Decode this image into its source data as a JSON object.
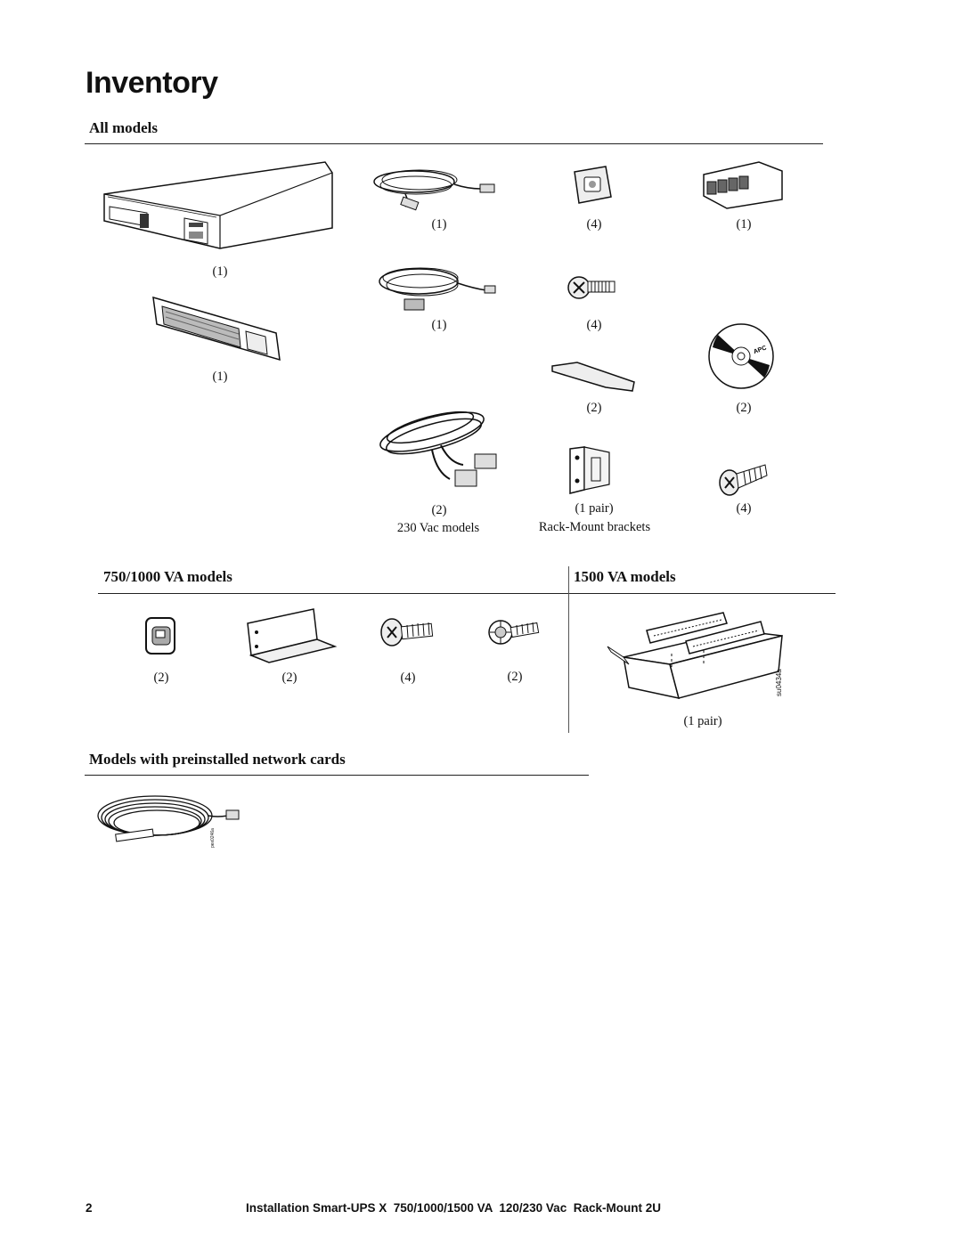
{
  "page_title": "Inventory",
  "sections": {
    "all_models": "All models",
    "va_750_1000": "750/1000 VA models",
    "va_1500": "1500 VA models",
    "network_cards": "Models with preinstalled network cards"
  },
  "all_models_items": {
    "ups_unit_qty": "(1)",
    "front_bezel_qty": "(1)",
    "usb_cable_qty": "(1)",
    "serial_cable_qty": "(1)",
    "power_cord_qty": "(2)",
    "power_cord_caption": "230 Vac models",
    "cage_nut_qty": "(4)",
    "screw_qty": "(4)",
    "handle_qty": "(2)",
    "bracket_qty": "(1 pair)",
    "bracket_caption": "Rack-Mount brackets",
    "terminal_block_qty": "(1)",
    "cd_qty": "(2)",
    "cd_logo": "APC",
    "flat_screw_qty": "(4)"
  },
  "va_750_1000_items": {
    "clip_qty": "(2)",
    "angle_bracket_qty": "(2)",
    "screw_qty": "(4)",
    "star_screw_qty": "(2)"
  },
  "va_1500_items": {
    "rails_qty": "(1 pair)",
    "figure_code": "su0434a"
  },
  "network_items": {
    "figure_code": "pex0246a"
  },
  "footer": {
    "page_number": "2",
    "doc_title": "Installation Smart-UPS X  750/1000/1500 VA  120/230 Vac  Rack-Mount 2U"
  }
}
